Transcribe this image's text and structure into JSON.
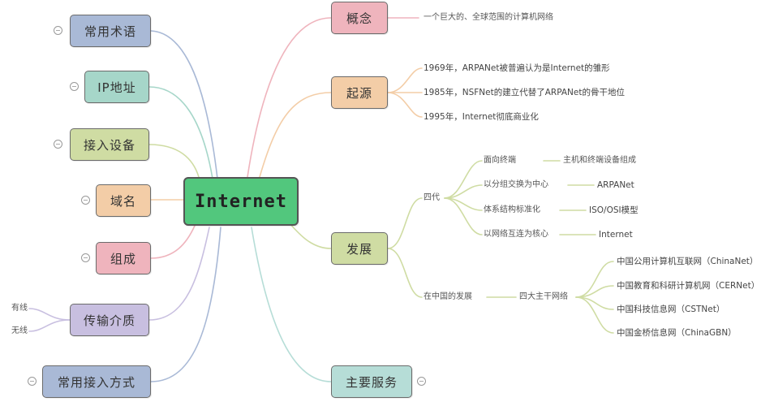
{
  "root": "Internet",
  "colors": {
    "root": "#52c77d",
    "blue": "#a9b9d6",
    "teal": "#a6d6c9",
    "yellowgreen": "#cfdca3",
    "peach": "#f3cda7",
    "pink": "#efb4bd",
    "lavender": "#c8bfe0",
    "mint": "#b6ddd7"
  },
  "left": {
    "terms": "常用术语",
    "ip": "IP地址",
    "device": "接入设备",
    "domain": "域名",
    "components": "组成",
    "media": "传输介质",
    "media_wired": "有线",
    "media_wireless": "无线",
    "access": "常用接入方式"
  },
  "right": {
    "concept": "概念",
    "concept_desc": "一个巨大的、全球范围的计算机网络",
    "origin": "起源",
    "origin_items": [
      "1969年，ARPANet被普遍认为是Internet的雏形",
      "1985年，NSFNet的建立代替了ARPANet的骨干地位",
      "1995年，Internet彻底商业化"
    ],
    "dev": "发展",
    "dev_4": "四代",
    "gen_items": [
      {
        "label": "面向终端",
        "value": "主机和终端设备组成"
      },
      {
        "label": "以分组交换为中心",
        "value": "ARPANet"
      },
      {
        "label": "体系结构标准化",
        "value": "ISO/OSI模型"
      },
      {
        "label": "以网络互连为核心",
        "value": "Internet"
      }
    ],
    "china": "在中国的发展",
    "china_4": "四大主干网络",
    "china_items": [
      "中国公用计算机互联网（ChinaNet）",
      "中国教育和科研计算机网（CERNet）",
      "中国科技信息网（CSTNet）",
      "中国金桥信息网（ChinaGBN）"
    ],
    "services": "主要服务"
  }
}
